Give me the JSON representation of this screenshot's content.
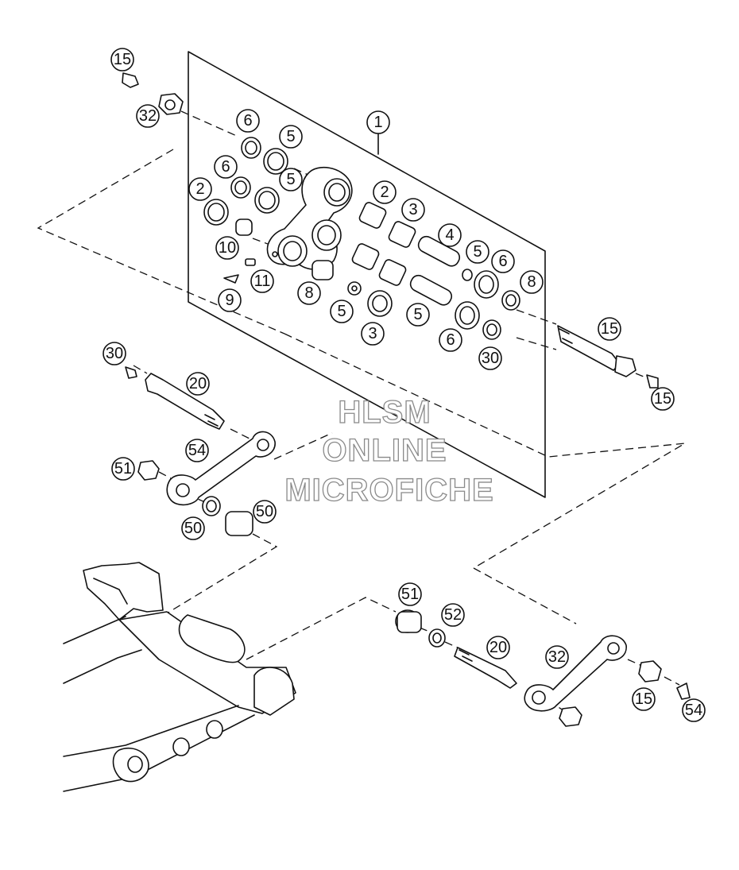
{
  "diagram": {
    "callouts": [
      {
        "label": "15"
      },
      {
        "label": "32"
      },
      {
        "label": "1"
      },
      {
        "label": "6"
      },
      {
        "label": "5"
      },
      {
        "label": "6"
      },
      {
        "label": "5"
      },
      {
        "label": "2"
      },
      {
        "label": "2"
      },
      {
        "label": "3"
      },
      {
        "label": "4"
      },
      {
        "label": "5"
      },
      {
        "label": "6"
      },
      {
        "label": "8"
      },
      {
        "label": "10"
      },
      {
        "label": "11"
      },
      {
        "label": "9"
      },
      {
        "label": "8"
      },
      {
        "label": "5"
      },
      {
        "label": "3"
      },
      {
        "label": "5"
      },
      {
        "label": "6"
      },
      {
        "label": "30"
      },
      {
        "label": "15"
      },
      {
        "label": "15"
      },
      {
        "label": "30"
      },
      {
        "label": "20"
      },
      {
        "label": "54"
      },
      {
        "label": "51"
      },
      {
        "label": "50"
      },
      {
        "label": "50"
      },
      {
        "label": "51"
      },
      {
        "label": "52"
      },
      {
        "label": "20"
      },
      {
        "label": "32"
      },
      {
        "label": "15"
      },
      {
        "label": "54"
      }
    ]
  },
  "watermark": {
    "line1": "HLSM",
    "line2": "ONLINE",
    "line3": "MICROFICHE"
  }
}
